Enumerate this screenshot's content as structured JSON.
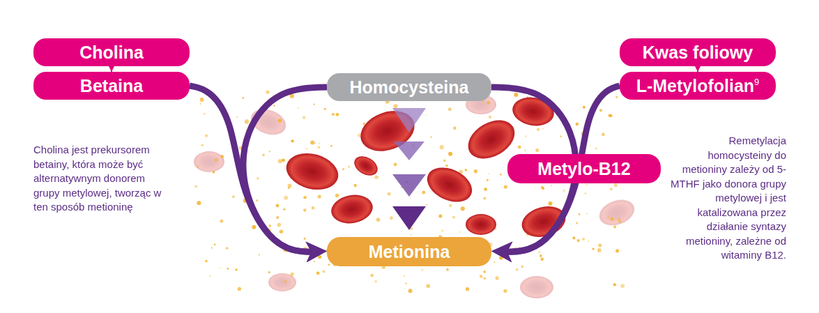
{
  "diagram": {
    "nodes": [
      {
        "text": [
          "Cholina"
        ]
      },
      {
        "text": [
          "Betaina"
        ]
      },
      {
        "text": [
          "Homocysteina"
        ]
      },
      {
        "text": [
          "Kwas foliowy"
        ]
      },
      {
        "text": [
          "L-Metylofolian",
          "9"
        ]
      },
      {
        "text": [
          "Metylo-B12"
        ]
      },
      {
        "text": [
          "Metionina"
        ]
      }
    ],
    "edges": [
      {
        "from": 0,
        "to": 1,
        "arrow": "to"
      },
      {
        "from": 3,
        "to": 4,
        "arrow": "to"
      },
      {
        "from": 1,
        "to": 6,
        "arrow": "to"
      },
      {
        "from": 2,
        "to": 6,
        "arrow": "to"
      },
      {
        "from": 2,
        "to": 6,
        "arrow": "to"
      },
      {
        "from": 4,
        "to": 6,
        "arrow": "to"
      }
    ],
    "labels": [
      "Cholina jest prekursorem betainy, która może być alternatywnym donorem grupy metylowej, tworząc w ten sposób metioninę",
      "Remetylacja homocysteiny do metioniny zależy od 5-MTHF jako donora grupy metylowej i jest katalizowana przez działanie syntazy metioniny, zależne od witaminy B12."
    ]
  }
}
